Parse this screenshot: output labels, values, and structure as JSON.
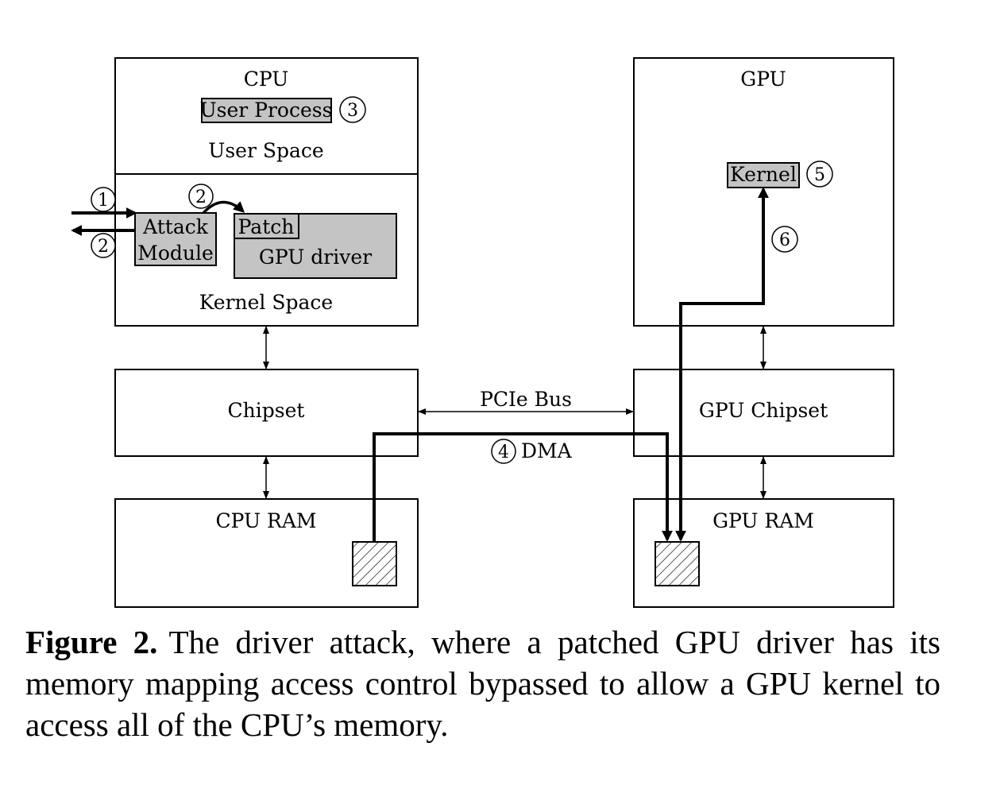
{
  "diagram": {
    "cpu_title": "CPU",
    "user_process": "User Process",
    "user_space": "User Space",
    "attack_module_line1": "Attack",
    "attack_module_line2": "Module",
    "patch": "Patch",
    "gpu_driver": "GPU driver",
    "kernel_space": "Kernel Space",
    "chipset": "Chipset",
    "cpu_ram": "CPU RAM",
    "pcie_bus": "PCIe Bus",
    "dma": "DMA",
    "gpu_title": "GPU",
    "kernel": "Kernel",
    "gpu_chipset": "GPU Chipset",
    "gpu_ram": "GPU RAM",
    "step_markers": [
      "1",
      "2",
      "2",
      "3",
      "4",
      "5",
      "6"
    ]
  },
  "caption": {
    "label": "Figure 2.",
    "text": "The driver attack, where a patched GPU driver has its memory mapping access control bypassed to allow a GPU kernel to access all of the CPU’s memory."
  }
}
